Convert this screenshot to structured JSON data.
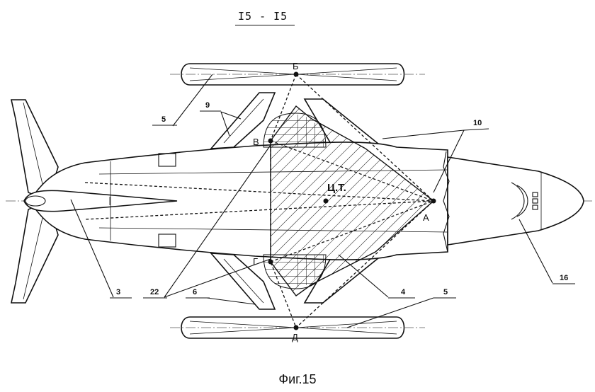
{
  "section_title": "I5 - I5",
  "figure_caption": "Фиг.15",
  "points": {
    "A": "А",
    "B": "Б",
    "V": "В",
    "G": "Г",
    "D": "Д",
    "center": "Ц.Т."
  },
  "callouts": {
    "n3": "3",
    "n4": "4",
    "n5_top": "5",
    "n5_bottom": "5",
    "n6": "6",
    "n9": "9",
    "n10": "10",
    "n16": "16",
    "n22": "22"
  }
}
